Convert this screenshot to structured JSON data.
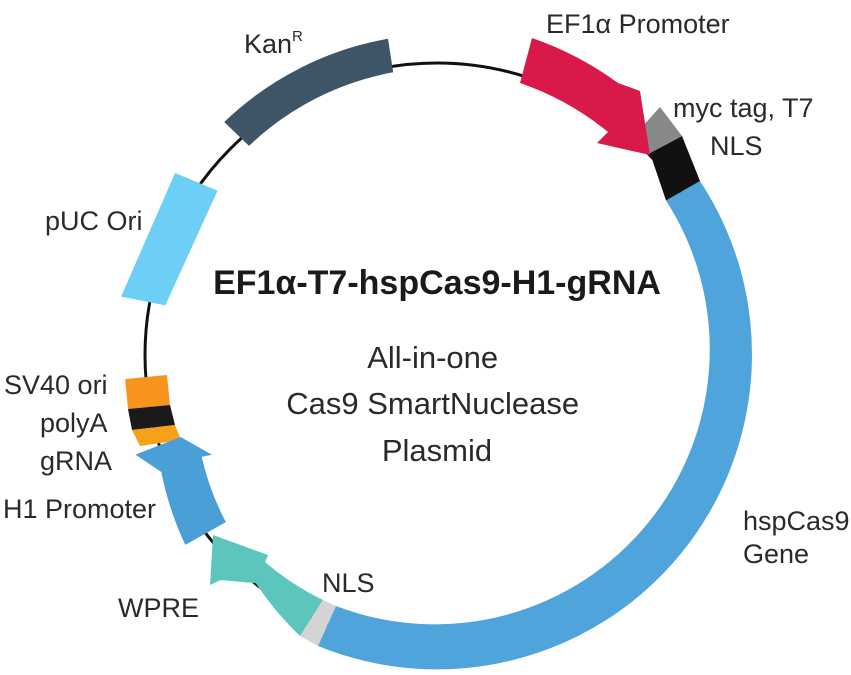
{
  "plasmid": {
    "title": "EF1α-T7-hspCas9-H1-gRNA",
    "subtitle_lines": [
      "All-in-one",
      "Cas9 SmartNuclease",
      "Plasmid"
    ],
    "backbone_color": "#111111"
  },
  "features": [
    {
      "id": "ef1a-promoter",
      "label": "EF1α Promoter",
      "color": "#d8194a",
      "direction": "clockwise"
    },
    {
      "id": "myc-tag",
      "label": "myc tag, T7",
      "color": "#888888"
    },
    {
      "id": "nls-top",
      "label": "NLS",
      "color": "#111111"
    },
    {
      "id": "hspcas9-gene",
      "label_lines": [
        "hspCas9",
        "Gene"
      ],
      "color": "#4ea4db"
    },
    {
      "id": "nls-bottom",
      "label": "NLS",
      "color": "#d4d4d4"
    },
    {
      "id": "wpre",
      "label": "WPRE",
      "color": "#5cc6bd",
      "direction": "counterclockwise"
    },
    {
      "id": "h1-promoter",
      "label": "H1 Promoter",
      "color": "#4a9fd6",
      "direction": "counterclockwise"
    },
    {
      "id": "grna",
      "label": "gRNA",
      "color": "#f7a11a"
    },
    {
      "id": "polya",
      "label": "polyA",
      "color": "#1a1a1a"
    },
    {
      "id": "sv40-ori",
      "label": "SV40 ori",
      "color": "#f7941d"
    },
    {
      "id": "puc-ori",
      "label": "pUC Ori",
      "color": "#6dcff6"
    },
    {
      "id": "kanr",
      "label": "Kan",
      "label_sup": "R",
      "color": "#3d5566"
    }
  ]
}
